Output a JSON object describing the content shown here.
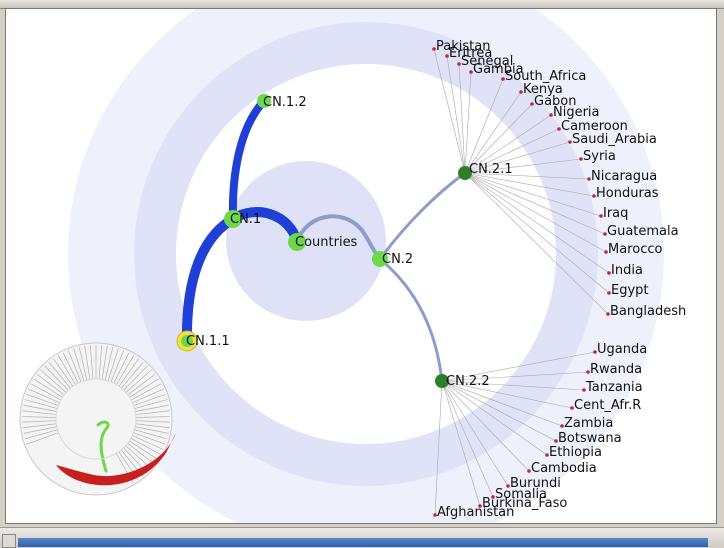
{
  "colors": {
    "background": "#ffffff",
    "ring_outer": "#eef0fb",
    "ring_mid": "#e0e3f7",
    "ring_inner": "#d2d6f3",
    "edge_primary": "#1f3fd6",
    "edge_secondary": "#8c9ccc",
    "edge_leaf": "#a8a8a8",
    "node_green": "#6cd84a",
    "node_dark_green": "#2f7f2a",
    "node_highlight": "#f0e040",
    "leaf_dot": "#c0283a",
    "overview_red": "#c81e1e",
    "overview_green": "#6cd84a"
  },
  "graph": {
    "root": "Countries",
    "clusters": [
      "CN.1",
      "CN.2",
      "CN.1.1",
      "CN.1.2",
      "CN.2.1",
      "CN.2.2"
    ],
    "cn_2_1_leaves": [
      "Pakistan",
      "Eritrea",
      "Senegal",
      "Gambia",
      "South_Africa",
      "Kenya",
      "Gabon",
      "Nigeria",
      "Cameroon",
      "Saudi_Arabia",
      "Syria",
      "Nicaragua",
      "Honduras",
      "Iraq",
      "Guatemala",
      "Marocco",
      "India",
      "Egypt",
      "Bangladesh"
    ],
    "cn_2_2_leaves": [
      "Uganda",
      "Rwanda",
      "Tanzania",
      "Cent_Afr.R",
      "Zambia",
      "Botswana",
      "Ethiopia",
      "Cambodia",
      "Burundi",
      "Somalia",
      "Burkina_Faso",
      "Afghanistan"
    ]
  },
  "icons": {
    "overview": "radial-overview-minimap"
  }
}
